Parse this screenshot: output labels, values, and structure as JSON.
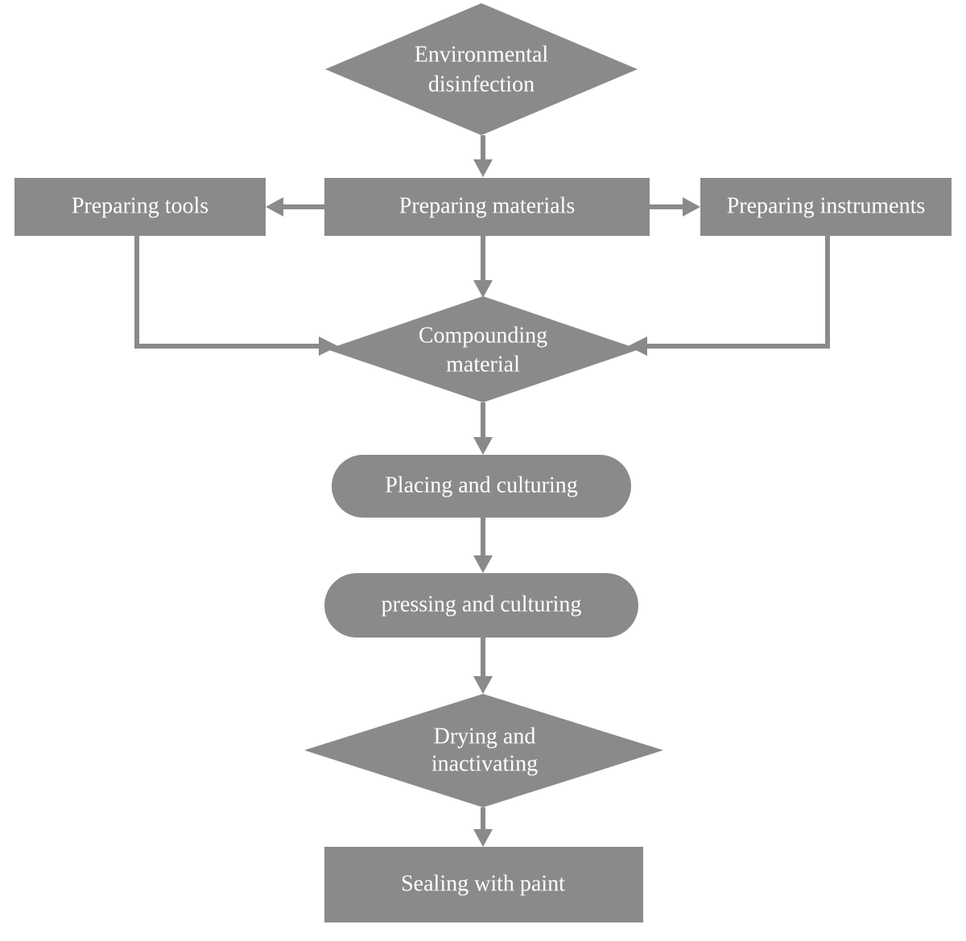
{
  "colors": {
    "node_fill": "#8a8a8a",
    "text": "#ffffff",
    "connector": "#8a8a8a",
    "background": "#ffffff"
  },
  "nodes": {
    "environmental_disinfection": {
      "shape": "diamond",
      "lines": [
        "Environmental",
        "disinfection"
      ]
    },
    "preparing_tools": {
      "shape": "rectangle",
      "lines": [
        "Preparing tools"
      ]
    },
    "preparing_materials": {
      "shape": "rectangle",
      "lines": [
        "Preparing materials"
      ]
    },
    "preparing_instruments": {
      "shape": "rectangle",
      "lines": [
        "Preparing instruments"
      ]
    },
    "compounding_material": {
      "shape": "diamond",
      "lines": [
        "Compounding",
        "material"
      ]
    },
    "placing_and_culturing": {
      "shape": "rounded-rectangle",
      "lines": [
        "Placing and culturing"
      ]
    },
    "pressing_and_culturing": {
      "shape": "rounded-rectangle",
      "lines": [
        "pressing and culturing"
      ]
    },
    "drying_and_inactivating": {
      "shape": "diamond",
      "lines": [
        "Drying and",
        "inactivating"
      ]
    },
    "sealing_with_paint": {
      "shape": "rectangle",
      "lines": [
        "Sealing with paint"
      ]
    }
  },
  "edges": [
    {
      "from": "environmental_disinfection",
      "to": "preparing_materials"
    },
    {
      "from": "preparing_materials",
      "to": "preparing_tools"
    },
    {
      "from": "preparing_materials",
      "to": "preparing_instruments"
    },
    {
      "from": "preparing_materials",
      "to": "compounding_material"
    },
    {
      "from": "preparing_tools",
      "to": "compounding_material"
    },
    {
      "from": "preparing_instruments",
      "to": "compounding_material"
    },
    {
      "from": "compounding_material",
      "to": "placing_and_culturing"
    },
    {
      "from": "placing_and_culturing",
      "to": "pressing_and_culturing"
    },
    {
      "from": "pressing_and_culturing",
      "to": "drying_and_inactivating"
    },
    {
      "from": "drying_and_inactivating",
      "to": "sealing_with_paint"
    }
  ]
}
